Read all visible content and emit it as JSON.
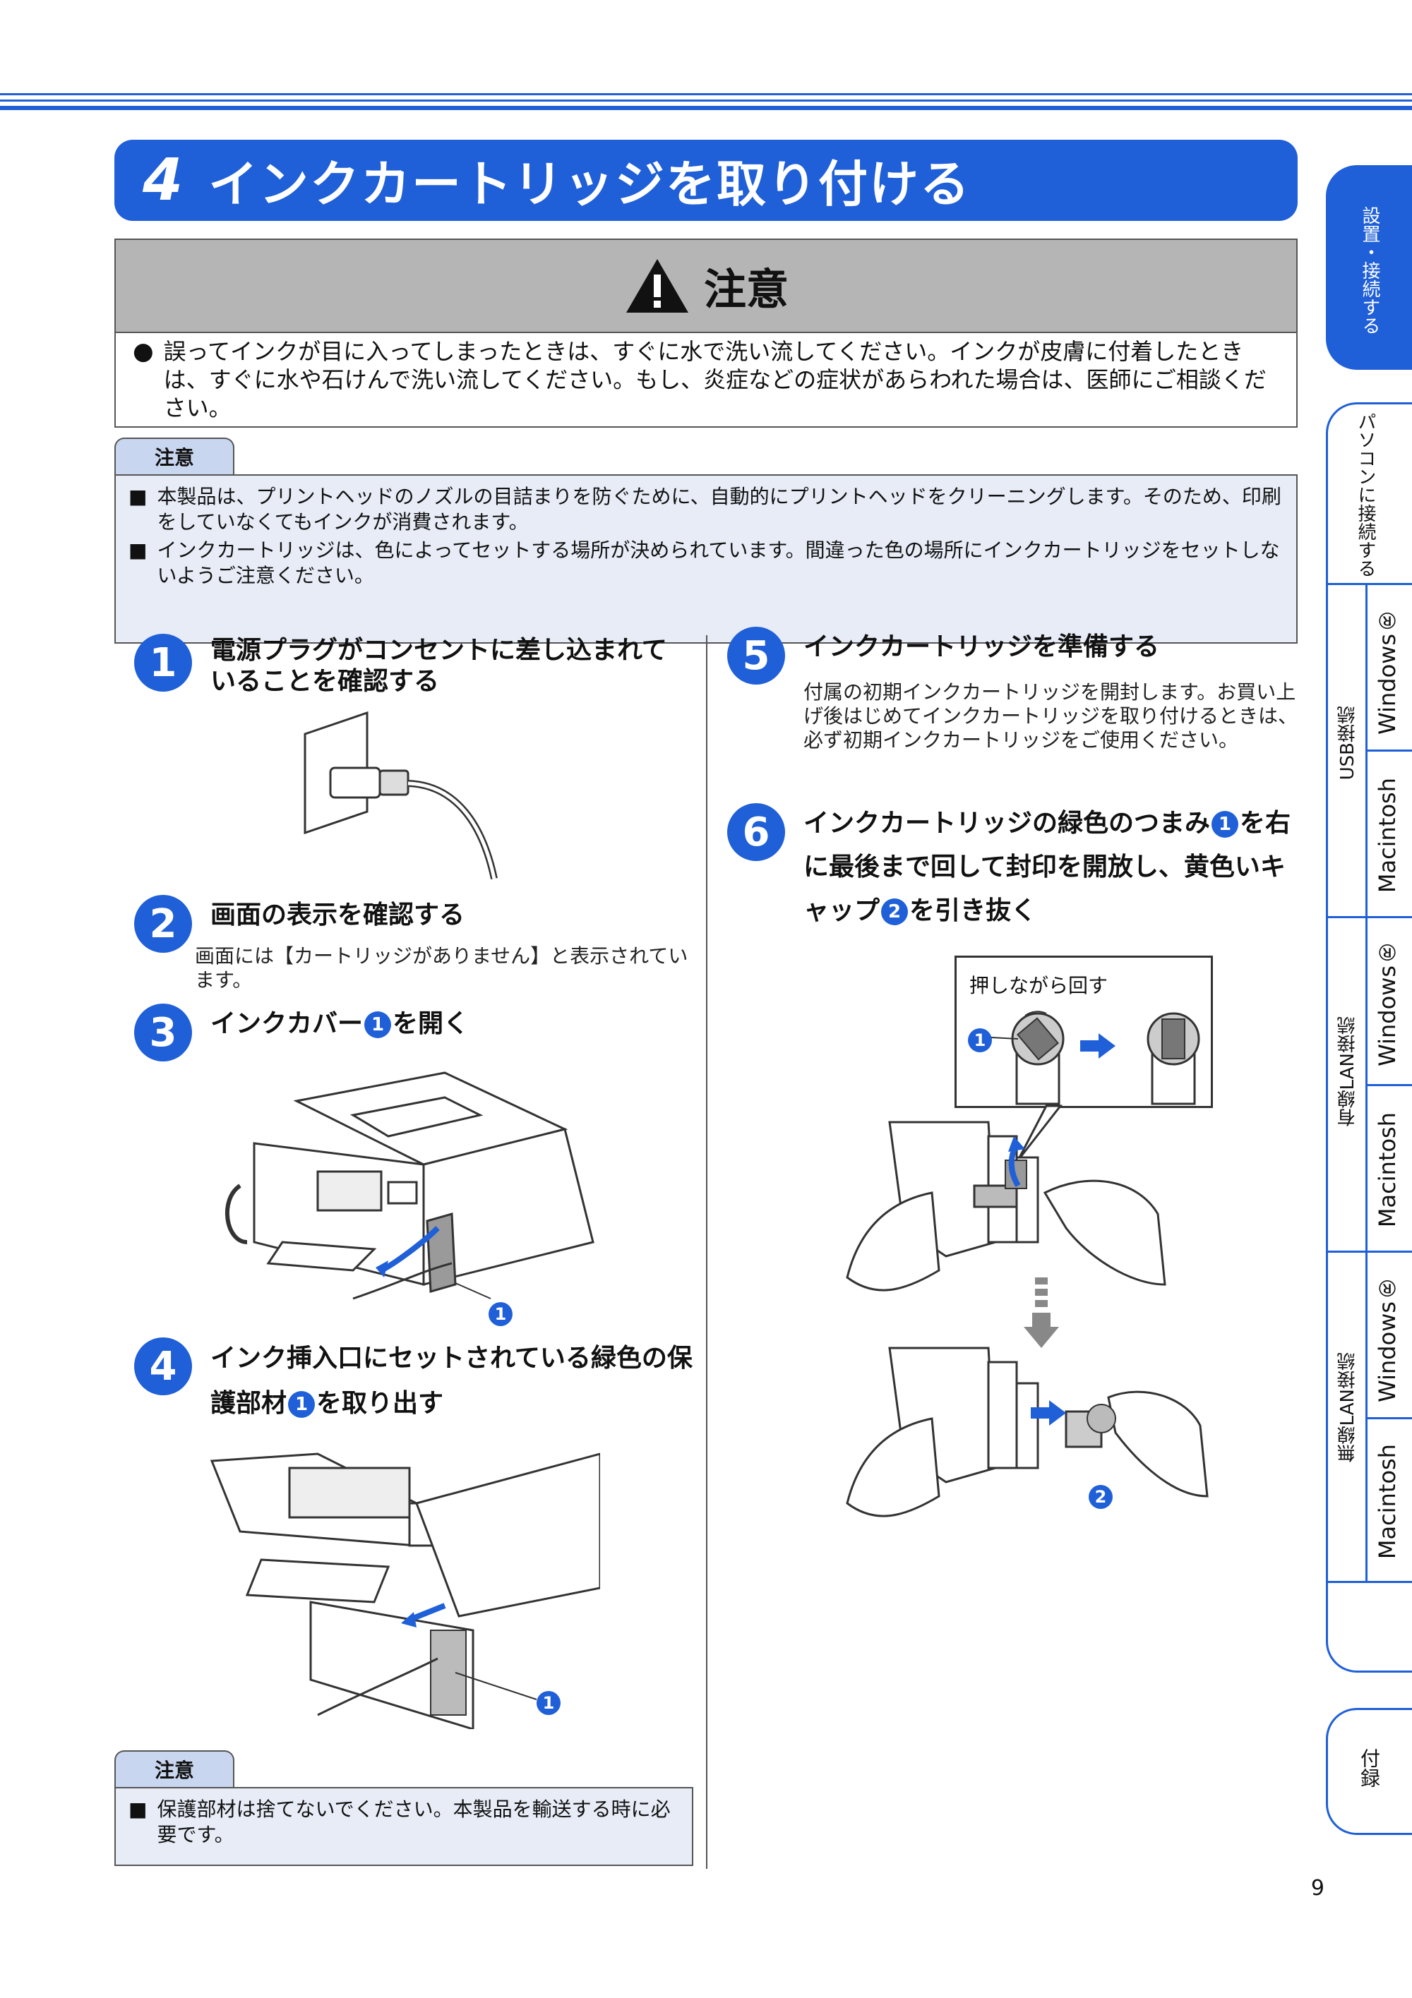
{
  "title": {
    "number": "4",
    "text": "インクカートリッジを取り付ける"
  },
  "warning": {
    "heading": "注意",
    "text": "誤ってインクが目に入ってしまったときは、すぐに水で洗い流してください。インクが皮膚に付着したときは、すぐに水や石けんで洗い流してください。もし、炎症などの症状があらわれた場合は、医師にご相談ください。"
  },
  "note_top": {
    "label": "注意",
    "items": [
      "本製品は、プリントヘッドのノズルの目詰まりを防ぐために、自動的にプリントヘッドをクリーニングします。そのため、印刷をしていなくてもインクが消費されます。",
      "インクカートリッジは、色によってセットする場所が決められています。間違った色の場所にインクカートリッジをセットしないようご注意ください。"
    ]
  },
  "steps": [
    {
      "num": "1",
      "title": "電源プラグがコンセントに差し込まれていることを確認する"
    },
    {
      "num": "2",
      "title": "画面の表示を確認する",
      "desc": "画面には【カートリッジがありません】と表示されています。"
    },
    {
      "num": "3",
      "title_a": "インクカバー",
      "mark": "1",
      "title_b": "を開く"
    },
    {
      "num": "4",
      "title_a": "インク挿入口にセットされている緑色の保護部材",
      "mark": "1",
      "title_b": "を取り出す"
    },
    {
      "num": "5",
      "title": "インクカートリッジを準備する",
      "desc": "付属の初期インクカートリッジを開封します。お買い上げ後はじめてインクカートリッジを取り付けるときは、必ず初期インクカートリッジをご使用ください。"
    },
    {
      "num": "6",
      "title_a": "インクカートリッジの緑色のつまみ",
      "mark_a": "1",
      "title_b": "を右に最後まで回して封印を開放し、黄色いキャップ",
      "mark_b": "2",
      "title_c": "を引き抜く"
    }
  ],
  "figure_labels": {
    "push_rotate": "押しながら回す",
    "callout_1": "1",
    "callout_2": "2"
  },
  "note_bottom": {
    "label": "注意",
    "items": [
      "保護部材は捨てないでください。本製品を輸送する時に必要です。"
    ]
  },
  "side_tabs": {
    "setup": "設置・接続する",
    "pc": "パソコンに接続する",
    "usb": "USB接続",
    "wired": "有線LAN接続",
    "wireless": "無線LAN接続",
    "windows": "Windows®",
    "macintosh": "Macintosh",
    "appendix": "付録"
  },
  "page_number": "9",
  "colors": {
    "accent": "#1f5fd8",
    "note_bg": "#e7ecf7",
    "note_tab": "#c9d6ef",
    "caution_head": "#b5b5b5"
  }
}
